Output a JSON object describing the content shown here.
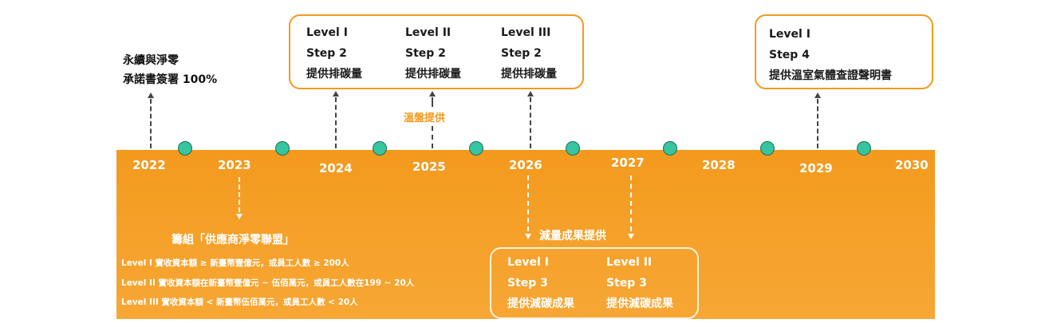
{
  "top_left": {
    "line1": "永續與淨零",
    "line2": "承諾書簽署 100%"
  },
  "box_2024": {
    "col1": [
      "Level I",
      "Step 2",
      "提供排碳量"
    ],
    "col2": [
      "Level II",
      "Step 2",
      "提供排碳量"
    ],
    "col3": [
      "Level III",
      "Step 2",
      "提供排碳量"
    ]
  },
  "wenpan": "溫盤提供",
  "box_2029": {
    "lines": [
      "Level I",
      "Step 4",
      "提供溫室氣體查證聲明書"
    ]
  },
  "years": [
    "2022",
    "2023",
    "2024",
    "2025",
    "2026",
    "2027",
    "2028",
    "2029",
    "2030"
  ],
  "alliance": "籌組「供應商淨零聯盟」",
  "definitions": [
    "Level I   實收資本額 ≥ 新臺幣壹億元，或員工人數 ≥ 200人",
    "Level II  實收資本額在新臺幣壹億元 ~ 伍佰萬元，或員工人數在199 ~ 20人",
    "Level III 實收資本額 < 新臺幣伍佰萬元，或員工人數 < 20人"
  ],
  "reduce": "減量成果提供",
  "box_2026": {
    "col1": [
      "Level I",
      "Step 3",
      "提供減碳成果"
    ],
    "col2": [
      "Level II",
      "Step 3",
      "提供減碳成果"
    ]
  },
  "colors": {
    "band": "#f39a1e",
    "dot": "#36c5a0",
    "box_border": "#f39a1e"
  }
}
